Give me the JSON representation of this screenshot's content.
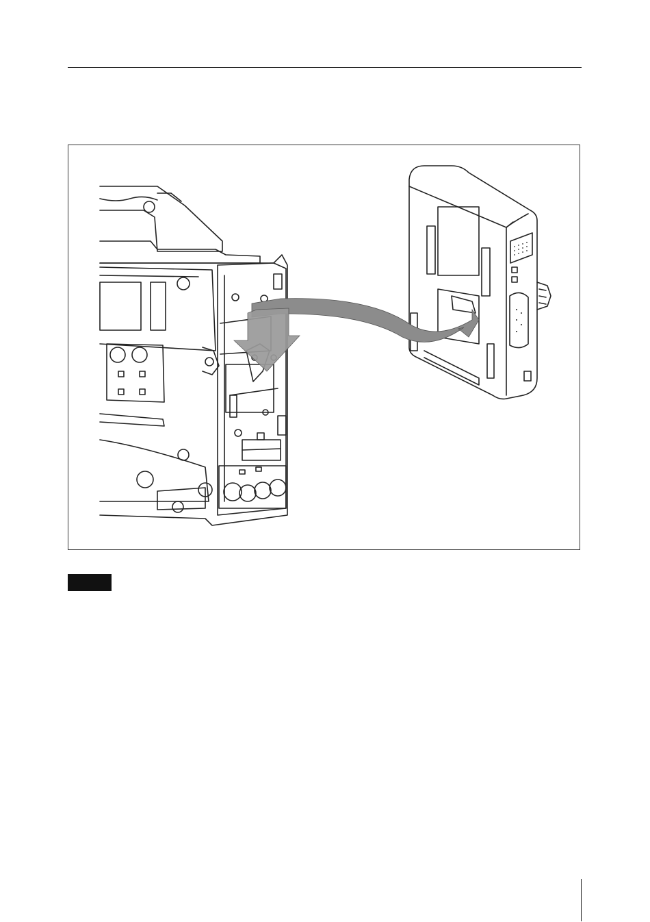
{
  "page": {
    "header_rule": true,
    "figure": {
      "description_items": [
        "camcorder-body",
        "battery-adaptor",
        "insertion-arrow"
      ],
      "arrow_color": "#8c8c8c",
      "line_color": "#222222"
    },
    "note_label": ""
  }
}
